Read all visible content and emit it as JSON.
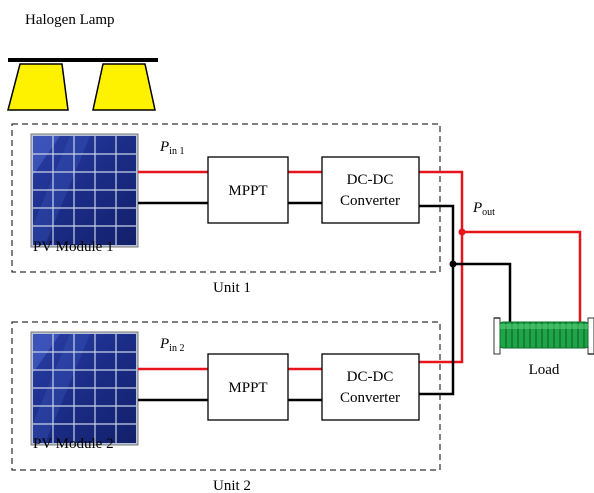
{
  "lamp": {
    "label": "Halogen Lamp"
  },
  "units": [
    {
      "label": "Unit 1",
      "pv_label": "PV Module 1",
      "pin_base": "P",
      "pin_sub": "in 1",
      "mppt_label": "MPPT",
      "conv_line1": "DC-DC",
      "conv_line2": "Converter"
    },
    {
      "label": "Unit 2",
      "pv_label": "PV Module 2",
      "pin_base": "P",
      "pin_sub": "in 2",
      "mppt_label": "MPPT",
      "conv_line1": "DC-DC",
      "conv_line2": "Converter"
    }
  ],
  "pout": {
    "base": "P",
    "sub": "out"
  },
  "load": {
    "label": "Load"
  },
  "colors": {
    "positive_wire": "#e8141c",
    "negative_wire": "#000000",
    "lamp": "#fff200",
    "panel": "#1e2f8c",
    "resistor": "#1fa548"
  }
}
